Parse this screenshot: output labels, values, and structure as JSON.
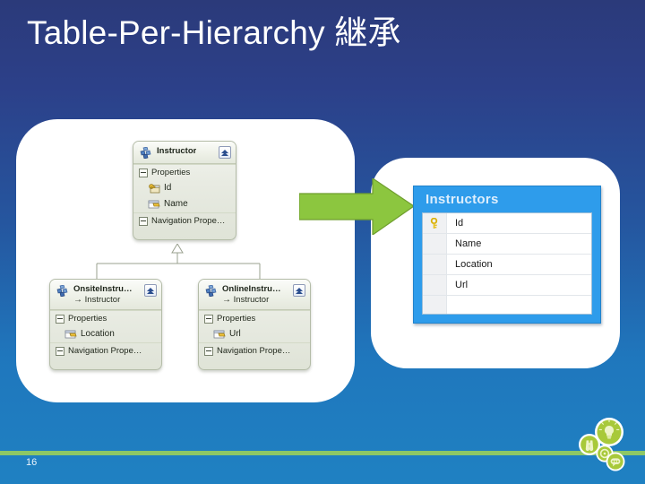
{
  "slide": {
    "title": "Table-Per-Hierarchy 継承",
    "page_number": "16",
    "background_top_color": "#2b3a7a",
    "background_bottom_color": "#1f81c2",
    "accent_green": "#8dc765",
    "accent_blue": "#2e9ceb"
  },
  "model": {
    "parent": {
      "name": "Instructor",
      "icon": "entity-icon",
      "collapse_icon": "chevron-up-icon",
      "sections": {
        "properties_label": "Properties",
        "navigation_label": "Navigation  Prope…"
      },
      "properties": [
        {
          "name": "Id",
          "icon": "key-property-icon"
        },
        {
          "name": "Name",
          "icon": "property-icon"
        }
      ]
    },
    "children": [
      {
        "name": "OnsiteInstru…",
        "base": "Instructor",
        "base_arrow": "→",
        "icon": "entity-icon",
        "collapse_icon": "chevron-up-icon",
        "sections": {
          "properties_label": "Properties",
          "navigation_label": "Navigation  Prope…"
        },
        "properties": [
          {
            "name": "Location",
            "icon": "property-icon"
          }
        ]
      },
      {
        "name": "OnlineInstru…",
        "base": "Instructor",
        "base_arrow": "→",
        "icon": "entity-icon",
        "collapse_icon": "chevron-up-icon",
        "sections": {
          "properties_label": "Properties",
          "navigation_label": "Navigation  Prope…"
        },
        "properties": [
          {
            "name": "Url",
            "icon": "property-icon"
          }
        ]
      }
    ]
  },
  "database": {
    "table_name": "Instructors",
    "columns": [
      {
        "name": "Id",
        "key": true,
        "icon": "primary-key-icon"
      },
      {
        "name": "Name",
        "key": false,
        "icon": ""
      },
      {
        "name": "Location",
        "key": false,
        "icon": ""
      },
      {
        "name": "Url",
        "key": false,
        "icon": ""
      }
    ]
  },
  "arrow": {
    "icon": "right-arrow-icon",
    "color": "#8cc63f"
  },
  "logo": {
    "icons": [
      "lightbulb-icon",
      "binoculars-icon",
      "gear-icon",
      "speech-bubble-icon"
    ],
    "color": "#a8c93a"
  }
}
